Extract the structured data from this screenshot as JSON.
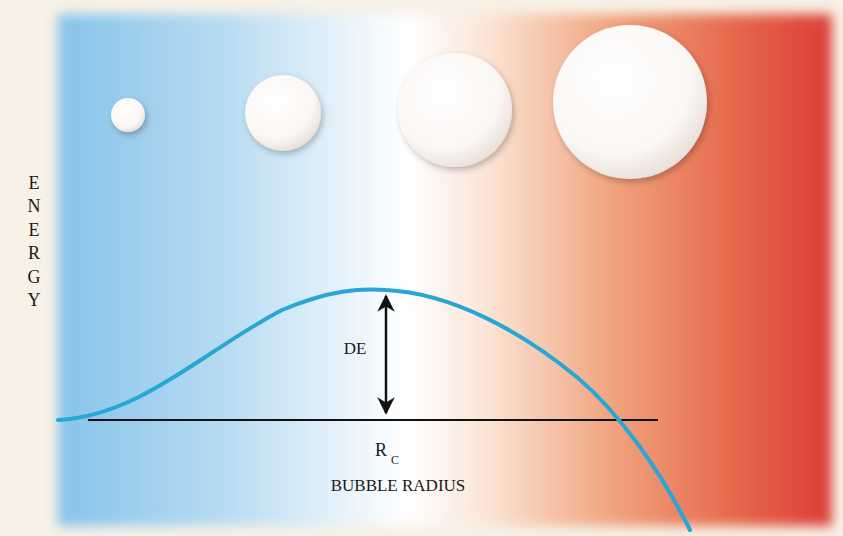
{
  "diagram": {
    "labels": [
      "ENERGY",
      "DE",
      "R",
      "C",
      "BUBBLE RADIUS"
    ]
  }
}
